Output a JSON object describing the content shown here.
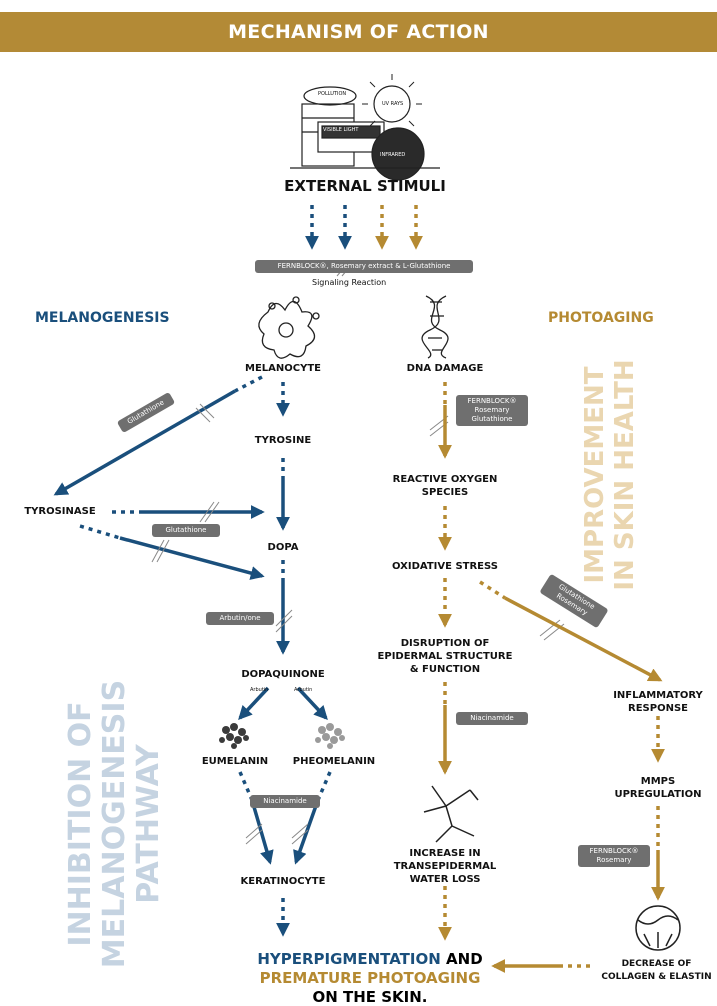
{
  "banner": {
    "title": "MECHANISM OF ACTION"
  },
  "stimuli": {
    "label": "EXTERNAL STIMULI",
    "icon_texts": [
      "POLLUTION",
      "VISIBLE LIGHT",
      "UV RAYS",
      "INFRARED"
    ]
  },
  "signaling": {
    "chip": "FERNBLOCK®, Rosemary extract & L-Glutathione",
    "caption": "Signaling Reaction"
  },
  "sections": {
    "left": "MELANOGENESIS",
    "right": "PHOTOAGING"
  },
  "vertical": {
    "left": [
      "INHIBITION OF",
      "MELANOGENESIS",
      "PATHWAY"
    ],
    "right": [
      "IMPROVEMENT",
      "IN SKIN HEALTH"
    ]
  },
  "melanogenesis": {
    "melanocyte": "MELANOCYTE",
    "tyrosine": "TYROSINE",
    "tyrosinase": "TYROSINASE",
    "dopa": "DOPA",
    "dopaquinone": "DOPAQUINONE",
    "eumelanin": "EUMELANIN",
    "pheomelanin": "PHEOMELANIN",
    "keratinocyte": "KERATINOCYTE",
    "chip_glutathione_1": "Glutathione",
    "chip_glutathione_2": "Glutathione",
    "chip_arbutin": "Arbutin/one",
    "chip_niacinamide": "Niacinamide",
    "small_left": "Arbutin",
    "small_right": "Arbutin"
  },
  "photoaging": {
    "dna": "DNA DAMAGE",
    "ros": [
      "REACTIVE OXYGEN",
      "SPECIES"
    ],
    "oxidative": "OXIDATIVE STRESS",
    "disruption": [
      "DISRUPTION OF",
      "EPIDERMAL STRUCTURE",
      "& FUNCTION"
    ],
    "tewl": [
      "INCREASE IN",
      "TRANSEPIDERMAL",
      "WATER LOSS"
    ],
    "inflammatory": [
      "INFLAMMATORY",
      "RESPONSE"
    ],
    "mmps": [
      "MMPS",
      "UPREGULATION"
    ],
    "collagen": [
      "DECREASE OF",
      "COLLAGEN & ELASTIN"
    ],
    "chip_fern_1": [
      "FERNBLOCK®",
      "Rosemary",
      "Glutathione"
    ],
    "chip_niacinamide": "Niacinamide",
    "chip_glut_ros": [
      "Glutathione",
      "Rosemary"
    ],
    "chip_fern_2": [
      "FERNBLOCK®",
      "Rosemary"
    ]
  },
  "final": {
    "line1a": "HYPERPIGMENTATION",
    "line1b": "AND",
    "line2": "PREMATURE PHOTOAGING",
    "line3": "ON THE SKIN."
  },
  "colors": {
    "banner": "#b38a36",
    "blue": "#1a4f7c",
    "gold": "#b58a32",
    "chip": "#6f6f6f",
    "vertical_left": "#c5d3e1",
    "vertical_right": "#ead6b0"
  }
}
